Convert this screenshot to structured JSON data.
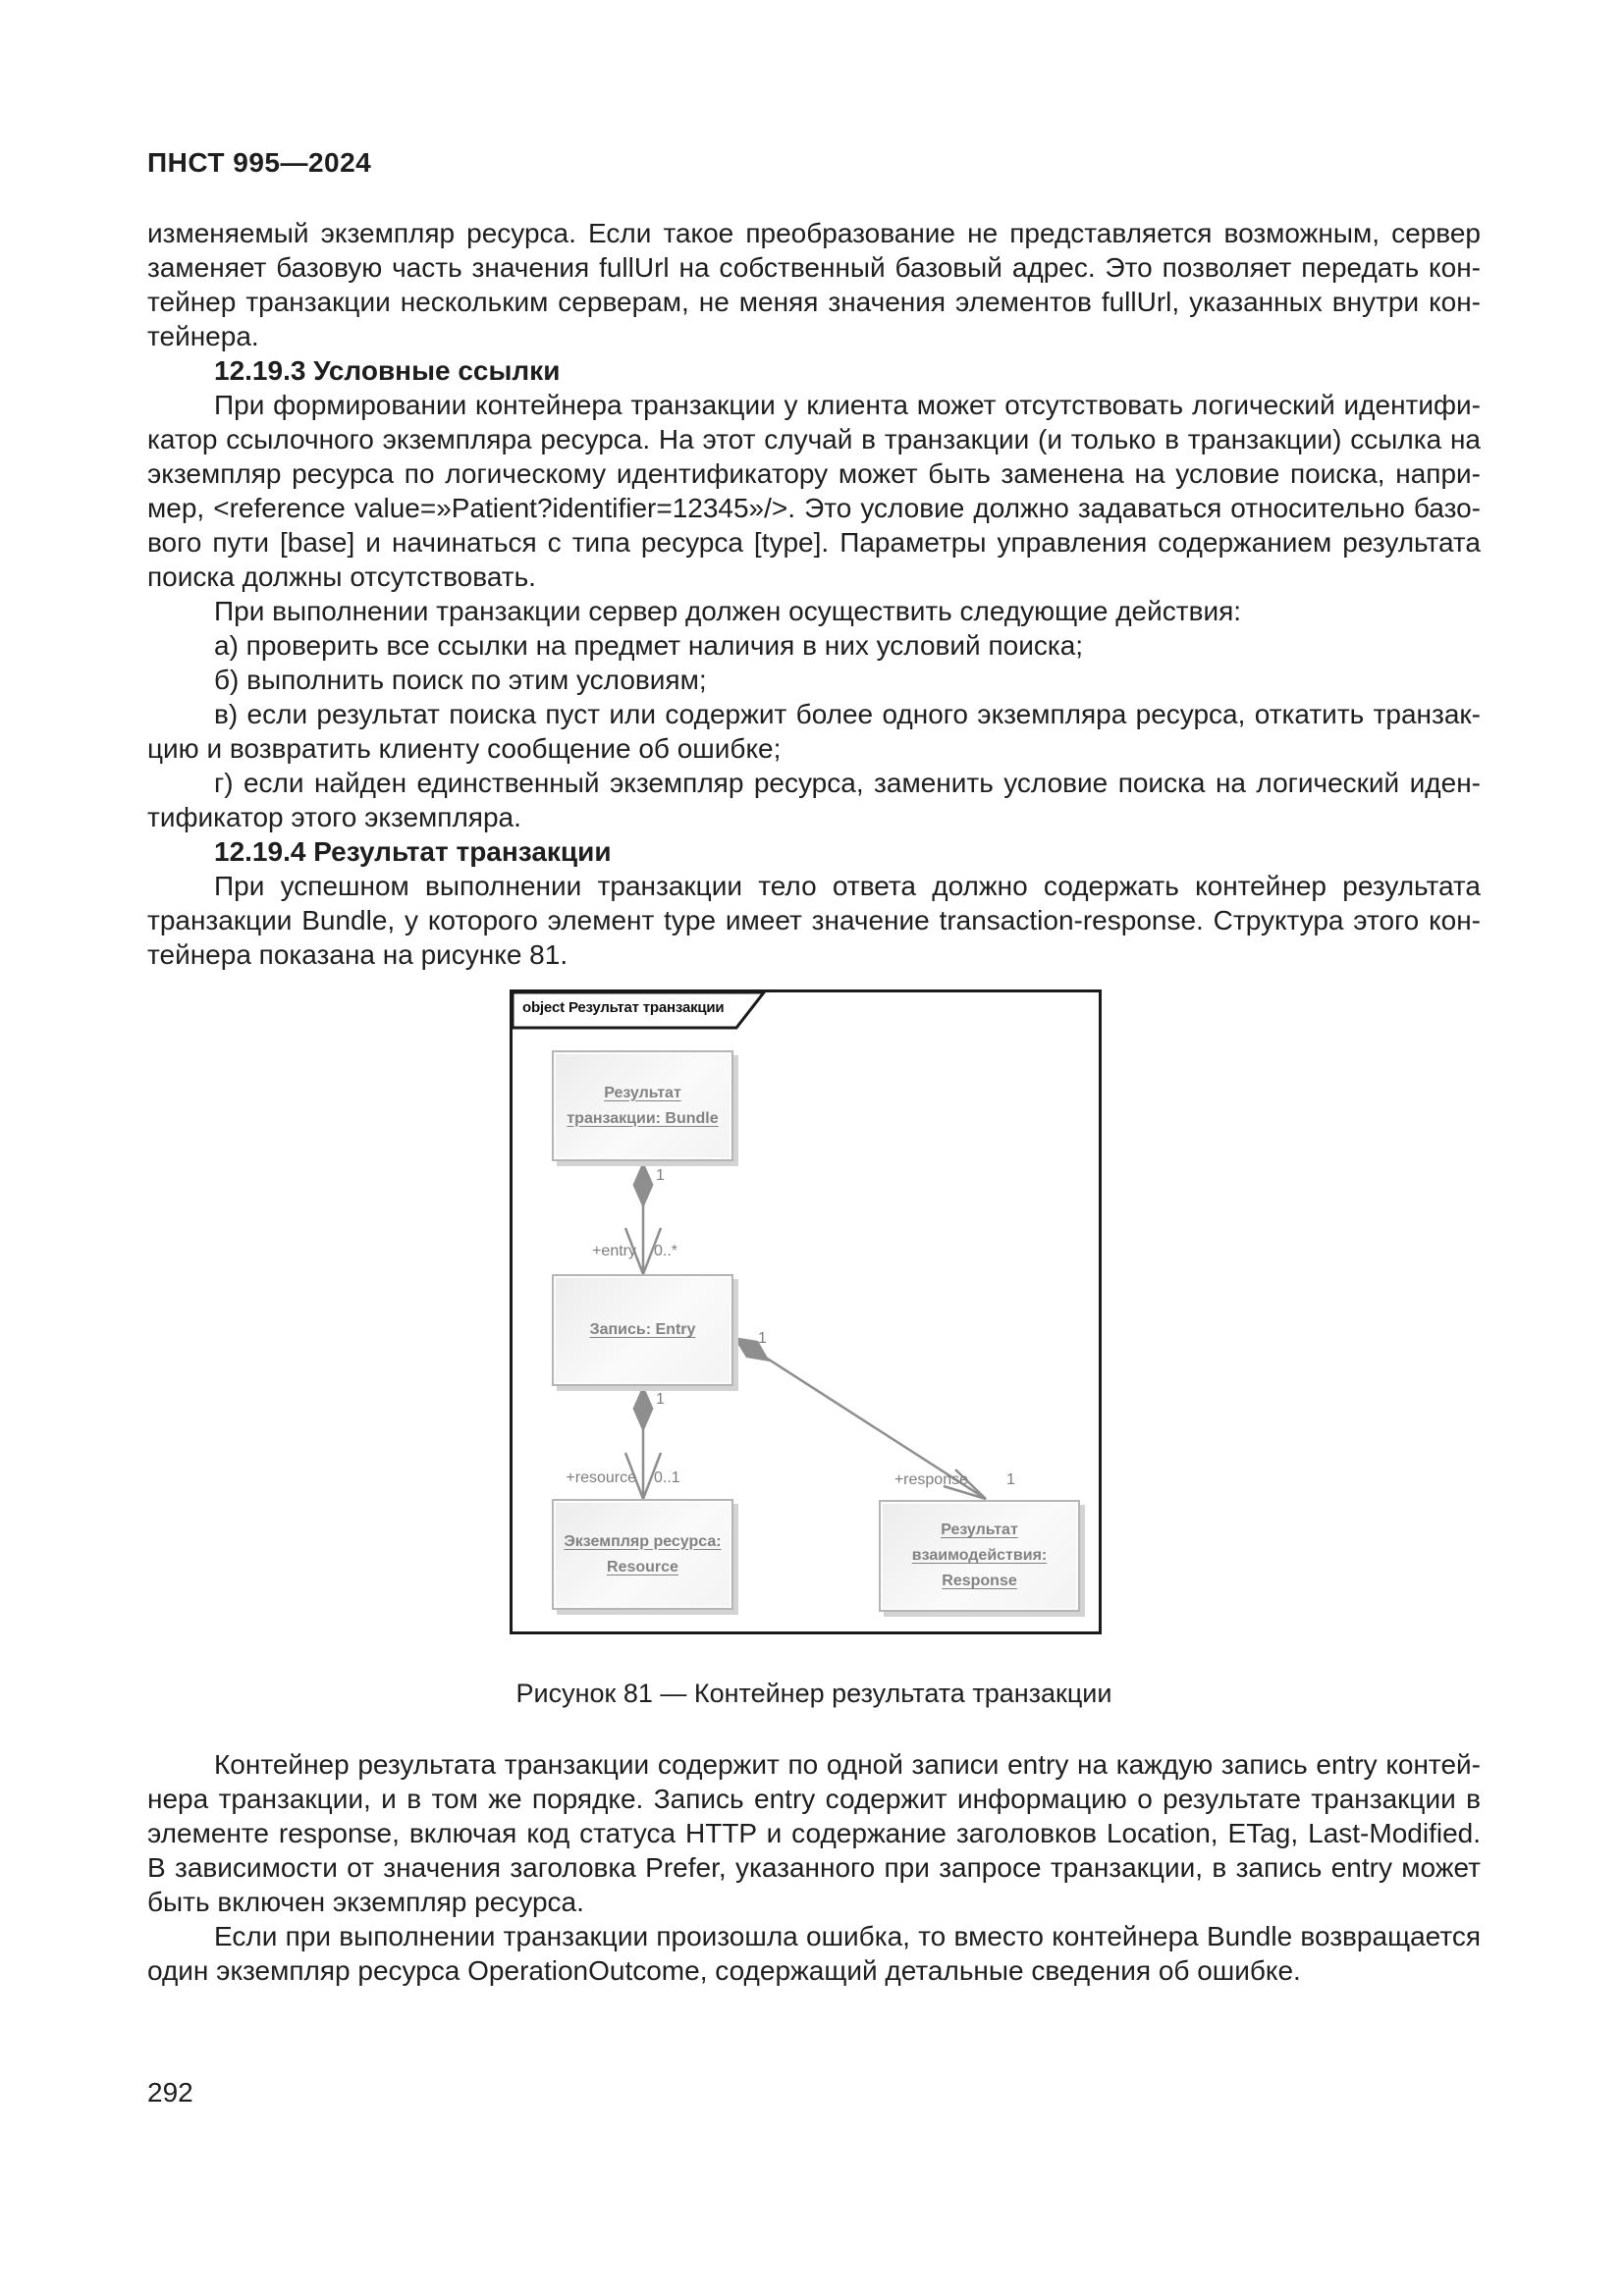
{
  "page": {
    "doc_code": "ПНСТ 995—2024",
    "page_number": "292"
  },
  "body": {
    "p1": "изменяемый экземпляр ресурса. Если такое преобразование не представляется возможным, сервер заменяет базовую часть значения fullUrl на собственный базовый адрес. Это позволяет передать кон­тейнер транзакции нескольким серверам, не меняя значения элементов fullUrl, указанных внутри кон­тейнера.",
    "h_conditional_refs": "12.19.3 Условные ссылки",
    "p2": "При формировании контейнера транзакции у клиента может отсутствовать логический идентифи­катор ссылочного экземпляра ресурса. На этот случай в транзакции (и только в транзакции) ссылка на экземпляр ресурса по логическому идентификатору может быть заменена на условие поиска, напри­мер, <reference value=»Patient?identifier=12345»/>. Это условие должно задаваться относительно базо­вого пути [base] и начинаться с типа ресурса [type]. Параметры управления содержанием результата поиска должны отсутствовать.",
    "p3": "При выполнении транзакции сервер должен осуществить следующие действия:",
    "list_a": "а) проверить все ссылки на предмет наличия в них условий поиска;",
    "list_b": "б) выполнить поиск по этим условиям;",
    "list_v": "в) если результат поиска пуст или содержит более одного экземпляра ресурса, откатить транзак­цию и возвратить клиенту сообщение об ошибке;",
    "list_g": "г) если найден единственный экземпляр ресурса, заменить условие поиска на логический иден­тификатор этого экземпляра.",
    "h_transaction_result": "12.19.4 Результат транзакции",
    "p4": "При успешном выполнении транзакции тело ответа должно содержать контейнер результата транзакции Bundle, у которого элемент type имеет значение transaction-response. Структура этого кон­тейнера показана на рисунке 81.",
    "p5": "Контейнер результата транзакции содержит по одной записи entry на каждую запись entry контей­нера транзакции, и в том же порядке. Запись entry содержит информацию о результате транзакции в элементе response, включая код статуса HTTP и содержание заголовков Location, ETag, Last-Modified. В зависимости от значения заголовка Prefer, указанного при запросе транзакции, в запись entry может быть включен экземпляр ресурса.",
    "p6": "Если при выполнении транзакции произошла ошибка, то вместо контейнера Bundle возвращается один экземпляр ресурса OperationOutcome, содержащий детальные сведения об ошибке."
  },
  "figure": {
    "frame_label": "object Результат транзакции",
    "caption": "Рисунок 81 — Контейнер результата транзакции",
    "nodes": {
      "bundle": "Результат транзакции: Bundle",
      "entry": "Запись: Entry",
      "resource": "Экземпляр ресурса: Resource",
      "response": "Результат взаимодействия: Response"
    },
    "edges": {
      "bundle_entry": {
        "source_mult": "1",
        "role": "+entry",
        "target_mult": "0..*"
      },
      "entry_resource": {
        "source_mult": "1",
        "role": "+resource",
        "target_mult": "0..1"
      },
      "entry_response": {
        "source_mult": "1",
        "role": "+response",
        "target_mult": "1"
      }
    }
  },
  "palette": {
    "frame_black": "#1a1a1a",
    "connector_gray": "#8e8e8e",
    "box_border_gray": "#b5b5b5",
    "box_text_gray": "#828282",
    "text_black": "#1e1e1e"
  }
}
